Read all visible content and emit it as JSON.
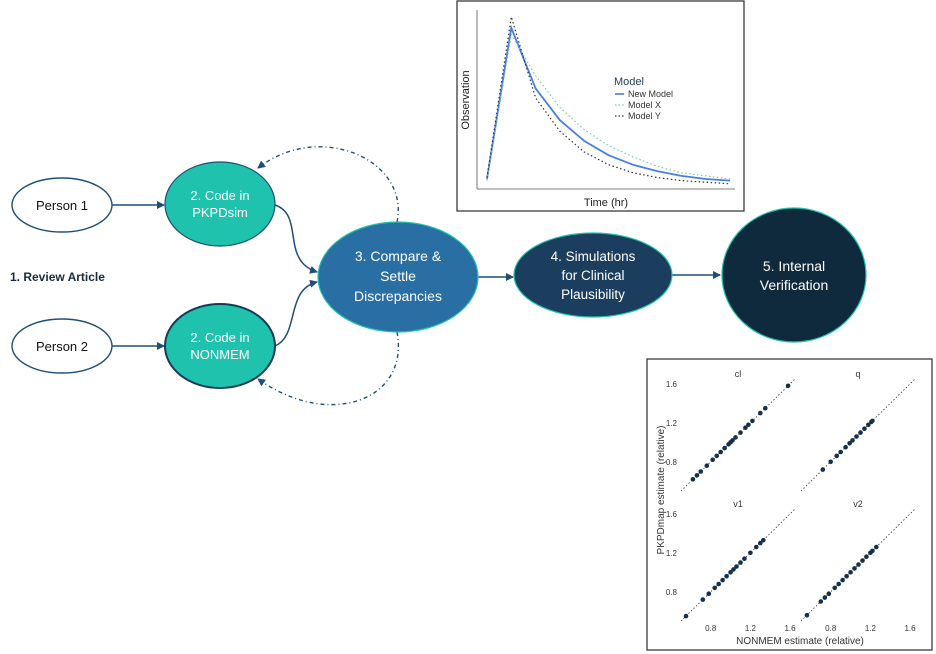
{
  "flow": {
    "person1": "Person 1",
    "person2": "Person 2",
    "review": "1. Review Article",
    "code_pkpdsim": [
      "2. Code in",
      "PKPDsim"
    ],
    "code_nonmem": [
      "2. Code in",
      "NONMEM"
    ],
    "compare": [
      "3. Compare &",
      "Settle",
      "Discrepancies"
    ],
    "simulations": [
      "4. Simulations",
      "for Clinical",
      "Plausibility"
    ],
    "verification": [
      "5. Internal",
      "Verification"
    ]
  },
  "colors": {
    "teal": "#1fc3ad",
    "mid_blue": "#2a6fa3",
    "dark_blue": "#1b3e5e",
    "navy": "#0f2a3d",
    "edge": "#1f4f75"
  },
  "chart_data": [
    {
      "type": "line",
      "xlabel": "Time (hr)",
      "ylabel": "Observation",
      "legend": {
        "title": "Model",
        "placement": "right",
        "entries": [
          "New Model",
          "Model X",
          "Model Y"
        ]
      },
      "x": [
        0,
        1,
        2,
        3,
        4,
        5,
        6,
        7,
        8,
        9,
        10
      ],
      "series": [
        {
          "name": "New Model",
          "style": "solid",
          "color": "#4a7ee0",
          "values": [
            0.05,
            1.0,
            0.62,
            0.42,
            0.29,
            0.2,
            0.14,
            0.1,
            0.07,
            0.05,
            0.04
          ]
        },
        {
          "name": "Model X",
          "style": "dotted",
          "color": "#7fc8a0",
          "values": [
            0.04,
            0.96,
            0.7,
            0.5,
            0.36,
            0.26,
            0.19,
            0.13,
            0.09,
            0.07,
            0.05
          ]
        },
        {
          "name": "Model Y",
          "style": "dotted",
          "color": "#333333",
          "values": [
            0.06,
            1.07,
            0.56,
            0.35,
            0.22,
            0.14,
            0.09,
            0.06,
            0.04,
            0.03,
            0.02
          ]
        }
      ]
    },
    {
      "type": "scatter",
      "xlabel": "NONMEM estimate (relative)",
      "ylabel": "PKPDmap estimate (relative)",
      "ticks": [
        "0.8",
        "1.2",
        "1.6"
      ],
      "xlim": [
        0.5,
        1.65
      ],
      "ylim": [
        0.5,
        1.65
      ],
      "panels": [
        {
          "name": "cl",
          "x": [
            0.62,
            0.66,
            0.7,
            0.76,
            0.82,
            0.86,
            0.9,
            0.94,
            0.98,
            1.0,
            1.02,
            1.05,
            1.1,
            1.15,
            1.18,
            1.22,
            1.3,
            1.35,
            1.58
          ],
          "y": [
            0.62,
            0.66,
            0.7,
            0.76,
            0.82,
            0.86,
            0.9,
            0.94,
            0.98,
            1.0,
            1.02,
            1.05,
            1.1,
            1.15,
            1.18,
            1.22,
            1.3,
            1.35,
            1.58
          ]
        },
        {
          "name": "q",
          "x": [
            0.72,
            0.8,
            0.86,
            0.9,
            0.95,
            0.99,
            1.02,
            1.06,
            1.1,
            1.14,
            1.18,
            1.21,
            1.22
          ],
          "y": [
            0.72,
            0.8,
            0.86,
            0.9,
            0.95,
            0.99,
            1.02,
            1.06,
            1.1,
            1.14,
            1.18,
            1.21,
            1.22
          ]
        },
        {
          "name": "v1",
          "x": [
            0.55,
            0.72,
            0.78,
            0.84,
            0.88,
            0.92,
            0.96,
            1.0,
            1.03,
            1.06,
            1.1,
            1.14,
            1.2,
            1.26,
            1.3,
            1.33
          ],
          "y": [
            0.55,
            0.72,
            0.78,
            0.84,
            0.88,
            0.92,
            0.96,
            1.0,
            1.03,
            1.06,
            1.1,
            1.14,
            1.2,
            1.26,
            1.3,
            1.33
          ]
        },
        {
          "name": "v2",
          "x": [
            0.56,
            0.7,
            0.74,
            0.78,
            0.84,
            0.88,
            0.92,
            0.96,
            1.0,
            1.04,
            1.08,
            1.12,
            1.16,
            1.2,
            1.22,
            1.26
          ],
          "y": [
            0.56,
            0.7,
            0.74,
            0.78,
            0.84,
            0.88,
            0.92,
            0.96,
            1.0,
            1.04,
            1.08,
            1.12,
            1.16,
            1.2,
            1.22,
            1.26
          ]
        }
      ]
    }
  ]
}
